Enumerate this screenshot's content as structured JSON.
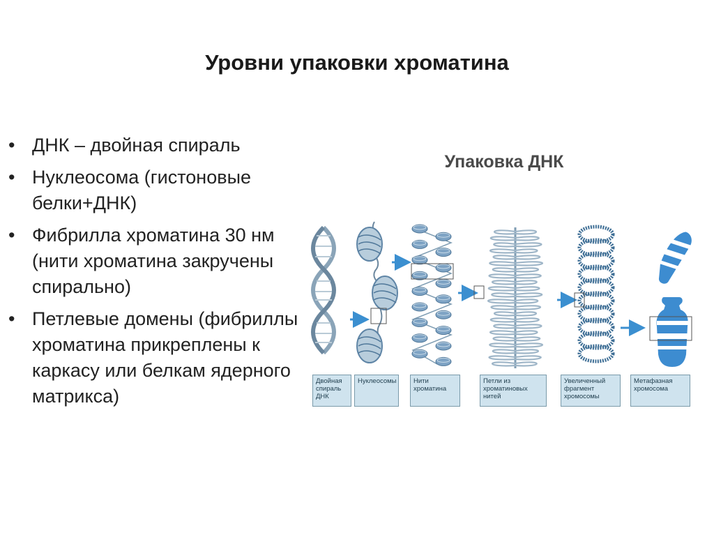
{
  "slide": {
    "title": "Уровни упаковки хроматина",
    "bullets": [
      "ДНК – двойная спираль",
      "Нуклеосома (гистоновые белки+ДНК)",
      "Фибрилла хроматина 30 нм (нити хроматина закручены спирально)",
      "Петлевые домены (фибриллы хроматина прикреплены к каркасу или белкам ядерного матрикса)"
    ]
  },
  "figure": {
    "title": "Упаковка ДНК",
    "stages": [
      "Двойная спираль ДНК",
      "Нуклеосомы",
      "Нити хроматина",
      "Петли из хроматиновых нитей",
      "Увеличенный фрагмент хромосомы",
      "Метафазная хромосома"
    ],
    "colors": {
      "helix": "#7f9db3",
      "histone": "#6f94b5",
      "label_bg": "#cfe3ee",
      "arrow": "#3b8fd0",
      "chromosome": "#3d8cd0"
    }
  }
}
